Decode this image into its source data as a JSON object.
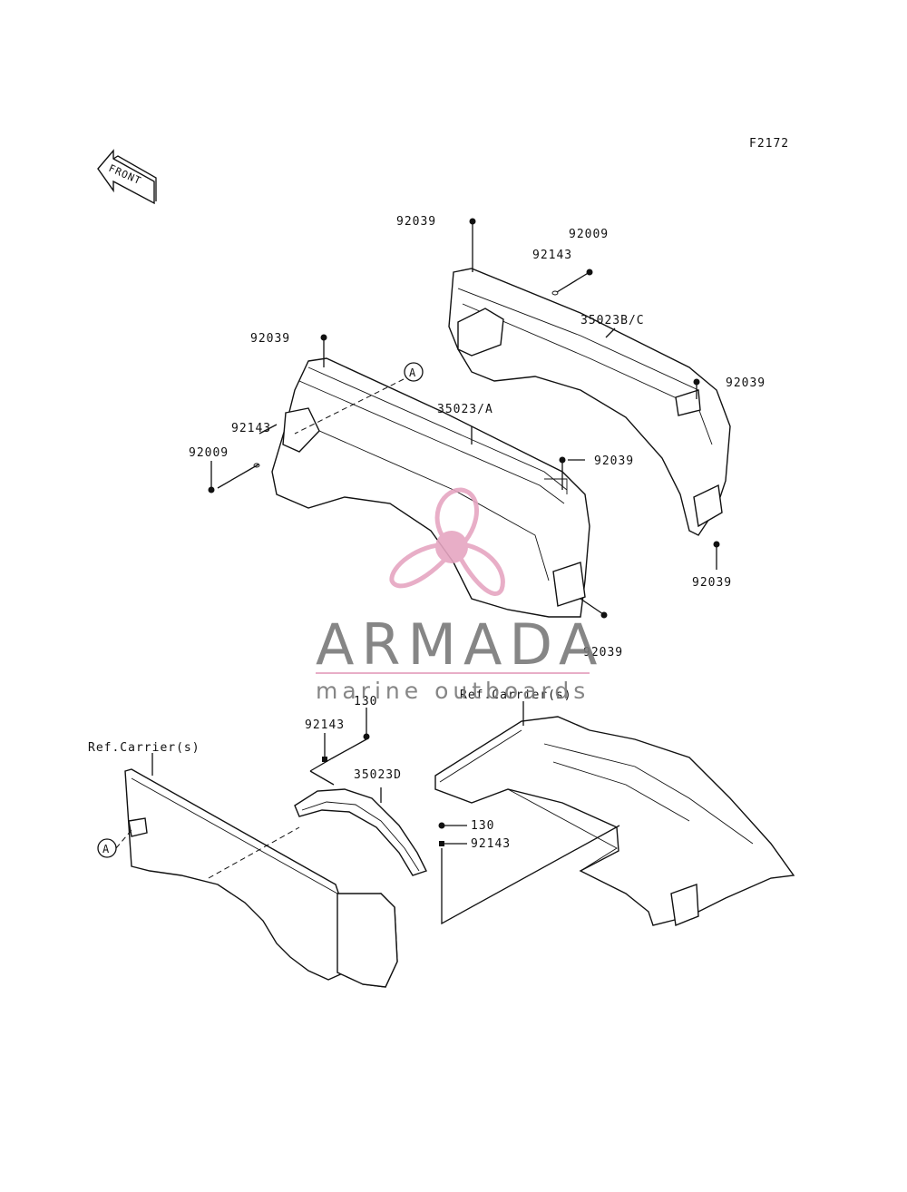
{
  "figure_code": "F2172",
  "front_label": "FRONT",
  "watermark": {
    "title": "ARMADA",
    "subtitle": "marine outboards",
    "color": "#e6a6c2",
    "text_color": "#7a7a7a"
  },
  "callout_letter": "A",
  "parts": {
    "fender_rear_right": "35023B/C",
    "fender_front": "35023/A",
    "fender_inner": "35023D",
    "bolt": "92039",
    "washer": "92143",
    "screw": "92009",
    "nut": "130"
  },
  "references": {
    "carrier": "Ref.Carrier(s)"
  }
}
